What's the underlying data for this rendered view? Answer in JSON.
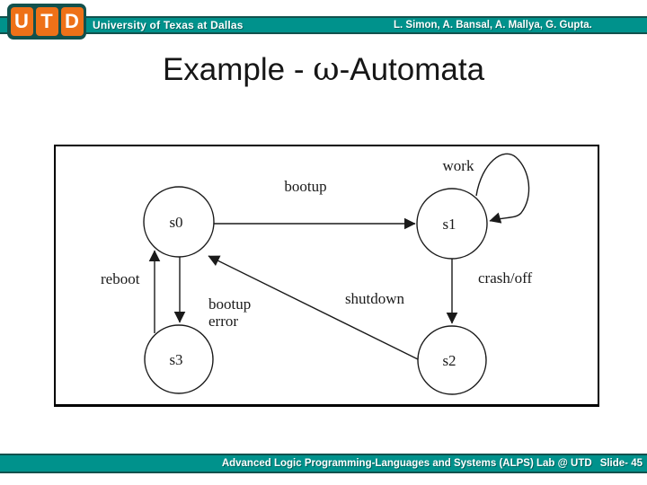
{
  "header": {
    "logo_letters": [
      "U",
      "T",
      "D"
    ],
    "university": "University of Texas at Dallas",
    "authors": "L. Simon, A. Bansal, A. Mallya, G. Gupta."
  },
  "title": {
    "prefix": "Example - ",
    "omega": "ω",
    "suffix": "-Automata"
  },
  "diagram": {
    "type": "omega-automaton-state-machine",
    "labels": {
      "s0": "s0",
      "s1": "s1",
      "s2": "s2",
      "s3": "s3",
      "bootup": "bootup",
      "work": "work",
      "crash_off": "crash/off",
      "shutdown": "shutdown",
      "bootup_error_line1": "bootup",
      "bootup_error_line2": "error",
      "reboot": "reboot"
    },
    "transitions": [
      {
        "from": "s0",
        "to": "s1",
        "label": "bootup"
      },
      {
        "from": "s1",
        "to": "s1",
        "label": "work"
      },
      {
        "from": "s1",
        "to": "s2",
        "label": "crash/off"
      },
      {
        "from": "s2",
        "to": "s0",
        "label": "shutdown"
      },
      {
        "from": "s0",
        "to": "s3",
        "label": "bootup error"
      },
      {
        "from": "s3",
        "to": "s0",
        "label": "reboot"
      }
    ]
  },
  "footer": {
    "lab": "Advanced Logic Programming-Languages and Systems (ALPS) Lab @ UTD",
    "slide": "Slide- 45"
  },
  "colors": {
    "teal": "#00928C",
    "teal_dark": "#12514D",
    "orange": "#EE7118",
    "ink": "#1a1a1a"
  }
}
